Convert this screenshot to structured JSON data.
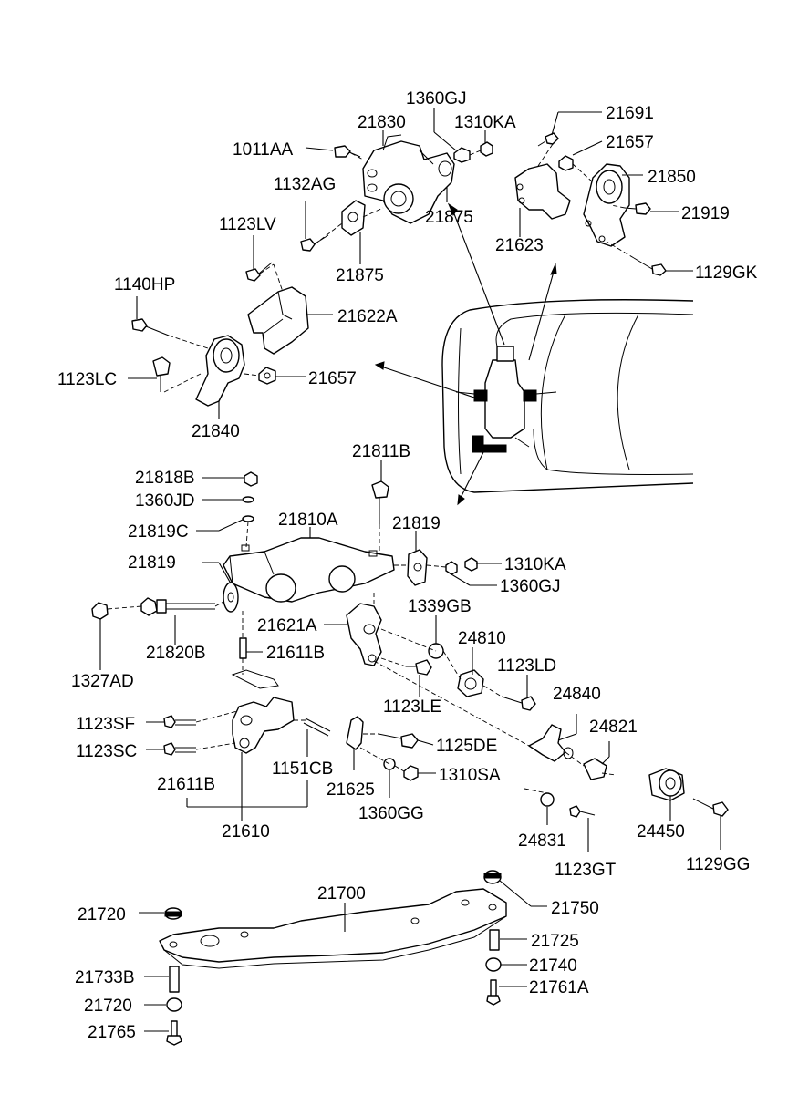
{
  "labels": {
    "p1360GJ_top": "1360GJ",
    "p21830": "21830",
    "p1310KA_top": "1310KA",
    "p21691": "21691",
    "p1011AA": "1011AA",
    "p21657_top": "21657",
    "p21850": "21850",
    "p1132AG": "1132AG",
    "p21919": "21919",
    "p21875_a": "21875",
    "p21875_b": "21875",
    "p21623": "21623",
    "p1123LV": "1123LV",
    "p1129GK": "1129GK",
    "p1140HP": "1140HP",
    "p21622A": "21622A",
    "p1123LC": "1123LC",
    "p21657_mid": "21657",
    "p21840": "21840",
    "p21811B": "21811B",
    "p21818B": "21818B",
    "p1360JD": "1360JD",
    "p21810A": "21810A",
    "p21819_r": "21819",
    "p21819C": "21819C",
    "p21819_l": "21819",
    "p1310KA_mid": "1310KA",
    "p1360GJ_mid": "1360GJ",
    "p1339GB": "1339GB",
    "p21621A": "21621A",
    "p24810": "24810",
    "p21820B": "21820B",
    "p21611B_a": "21611B",
    "p1123LD": "1123LD",
    "p1327AD": "1327AD",
    "p1123LE": "1123LE",
    "p24840": "24840",
    "p1123SF": "1123SF",
    "p24821": "24821",
    "p1125DE": "1125DE",
    "p1123SC": "1123SC",
    "p1151CB": "1151CB",
    "p1310SA": "1310SA",
    "p21611B_b": "21611B",
    "p21625": "21625",
    "p1360GG": "1360GG",
    "p21610": "21610",
    "p24831": "24831",
    "p24450": "24450",
    "p1123GT": "1123GT",
    "p1129GG": "1129GG",
    "p21700": "21700",
    "p21720_a": "21720",
    "p21750": "21750",
    "p21725": "21725",
    "p21740": "21740",
    "p21733B": "21733B",
    "p21761A": "21761A",
    "p21720_b": "21720",
    "p21765": "21765"
  }
}
